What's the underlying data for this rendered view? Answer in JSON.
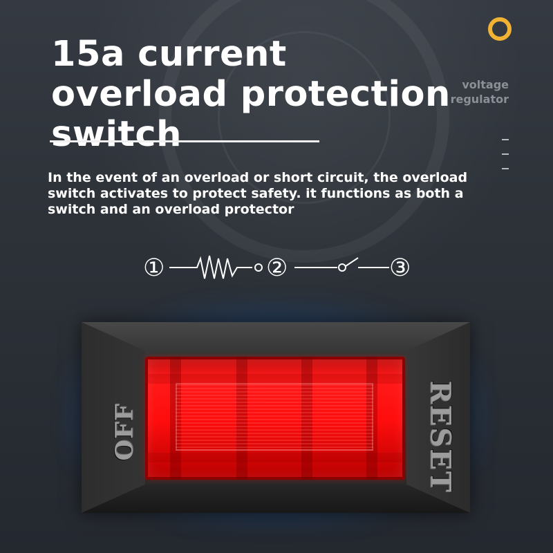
{
  "content": {
    "title": "15a current overload protection switch",
    "side_label": "voltage regulator",
    "description": "In the event of an overload or short circuit, the overload switch activates to protect safety. it functions as both a switch and an overload protector"
  },
  "diagram": {
    "nodes": [
      "①",
      "②",
      "③"
    ]
  },
  "switch_labels": {
    "left": "OFF",
    "right": "RESET"
  },
  "icons": {
    "top_right": "ring-icon"
  },
  "colors": {
    "accent": "#f2b233",
    "switch_red": "#ff1a1a",
    "glow_blue": "#007eff",
    "background": "#2d3239"
  }
}
